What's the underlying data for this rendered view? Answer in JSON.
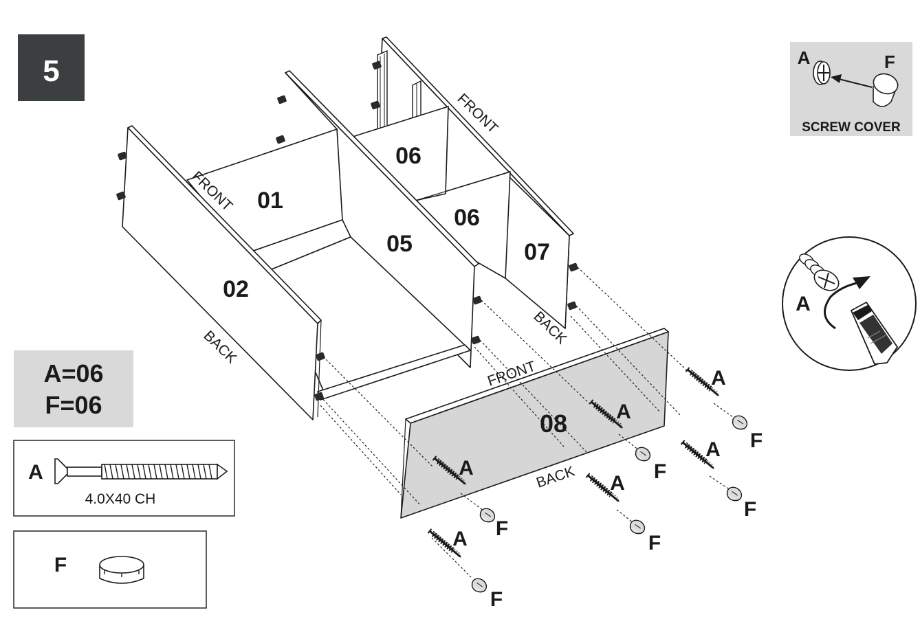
{
  "step": {
    "number": "5"
  },
  "colors": {
    "step_badge": "#3b3f40",
    "panel_grey": "#d6d6d6",
    "box_grey": "#d9d9d9",
    "ink": "#1a1a1a"
  },
  "panels": {
    "p01": "01",
    "p02": "02",
    "p05": "05",
    "p06a": "06",
    "p06b": "06",
    "p07": "07",
    "p08": "08"
  },
  "orientation": {
    "front_top_right": "FRONT",
    "front_left": "FRONT",
    "front_08": "FRONT",
    "back_left": "BACK",
    "back_right": "BACK",
    "back_08": "BACK"
  },
  "parts_count": {
    "line_a": "A=06",
    "line_f": "F=06"
  },
  "part_a": {
    "letter": "A",
    "spec": "4.0X40 CH",
    "icon": "screw-icon"
  },
  "part_f": {
    "letter": "F",
    "icon": "screw-cover-cap-icon"
  },
  "screw_cover_box": {
    "label_a": "A",
    "label_f": "F",
    "caption": "SCREW COVER"
  },
  "screwdriver_detail": {
    "label_a": "A",
    "icon": "screwdriver-icon"
  },
  "screw_callouts": [
    "A",
    "A",
    "A",
    "A",
    "A",
    "A"
  ],
  "cap_callouts": [
    "F",
    "F",
    "F",
    "F",
    "F",
    "F"
  ]
}
